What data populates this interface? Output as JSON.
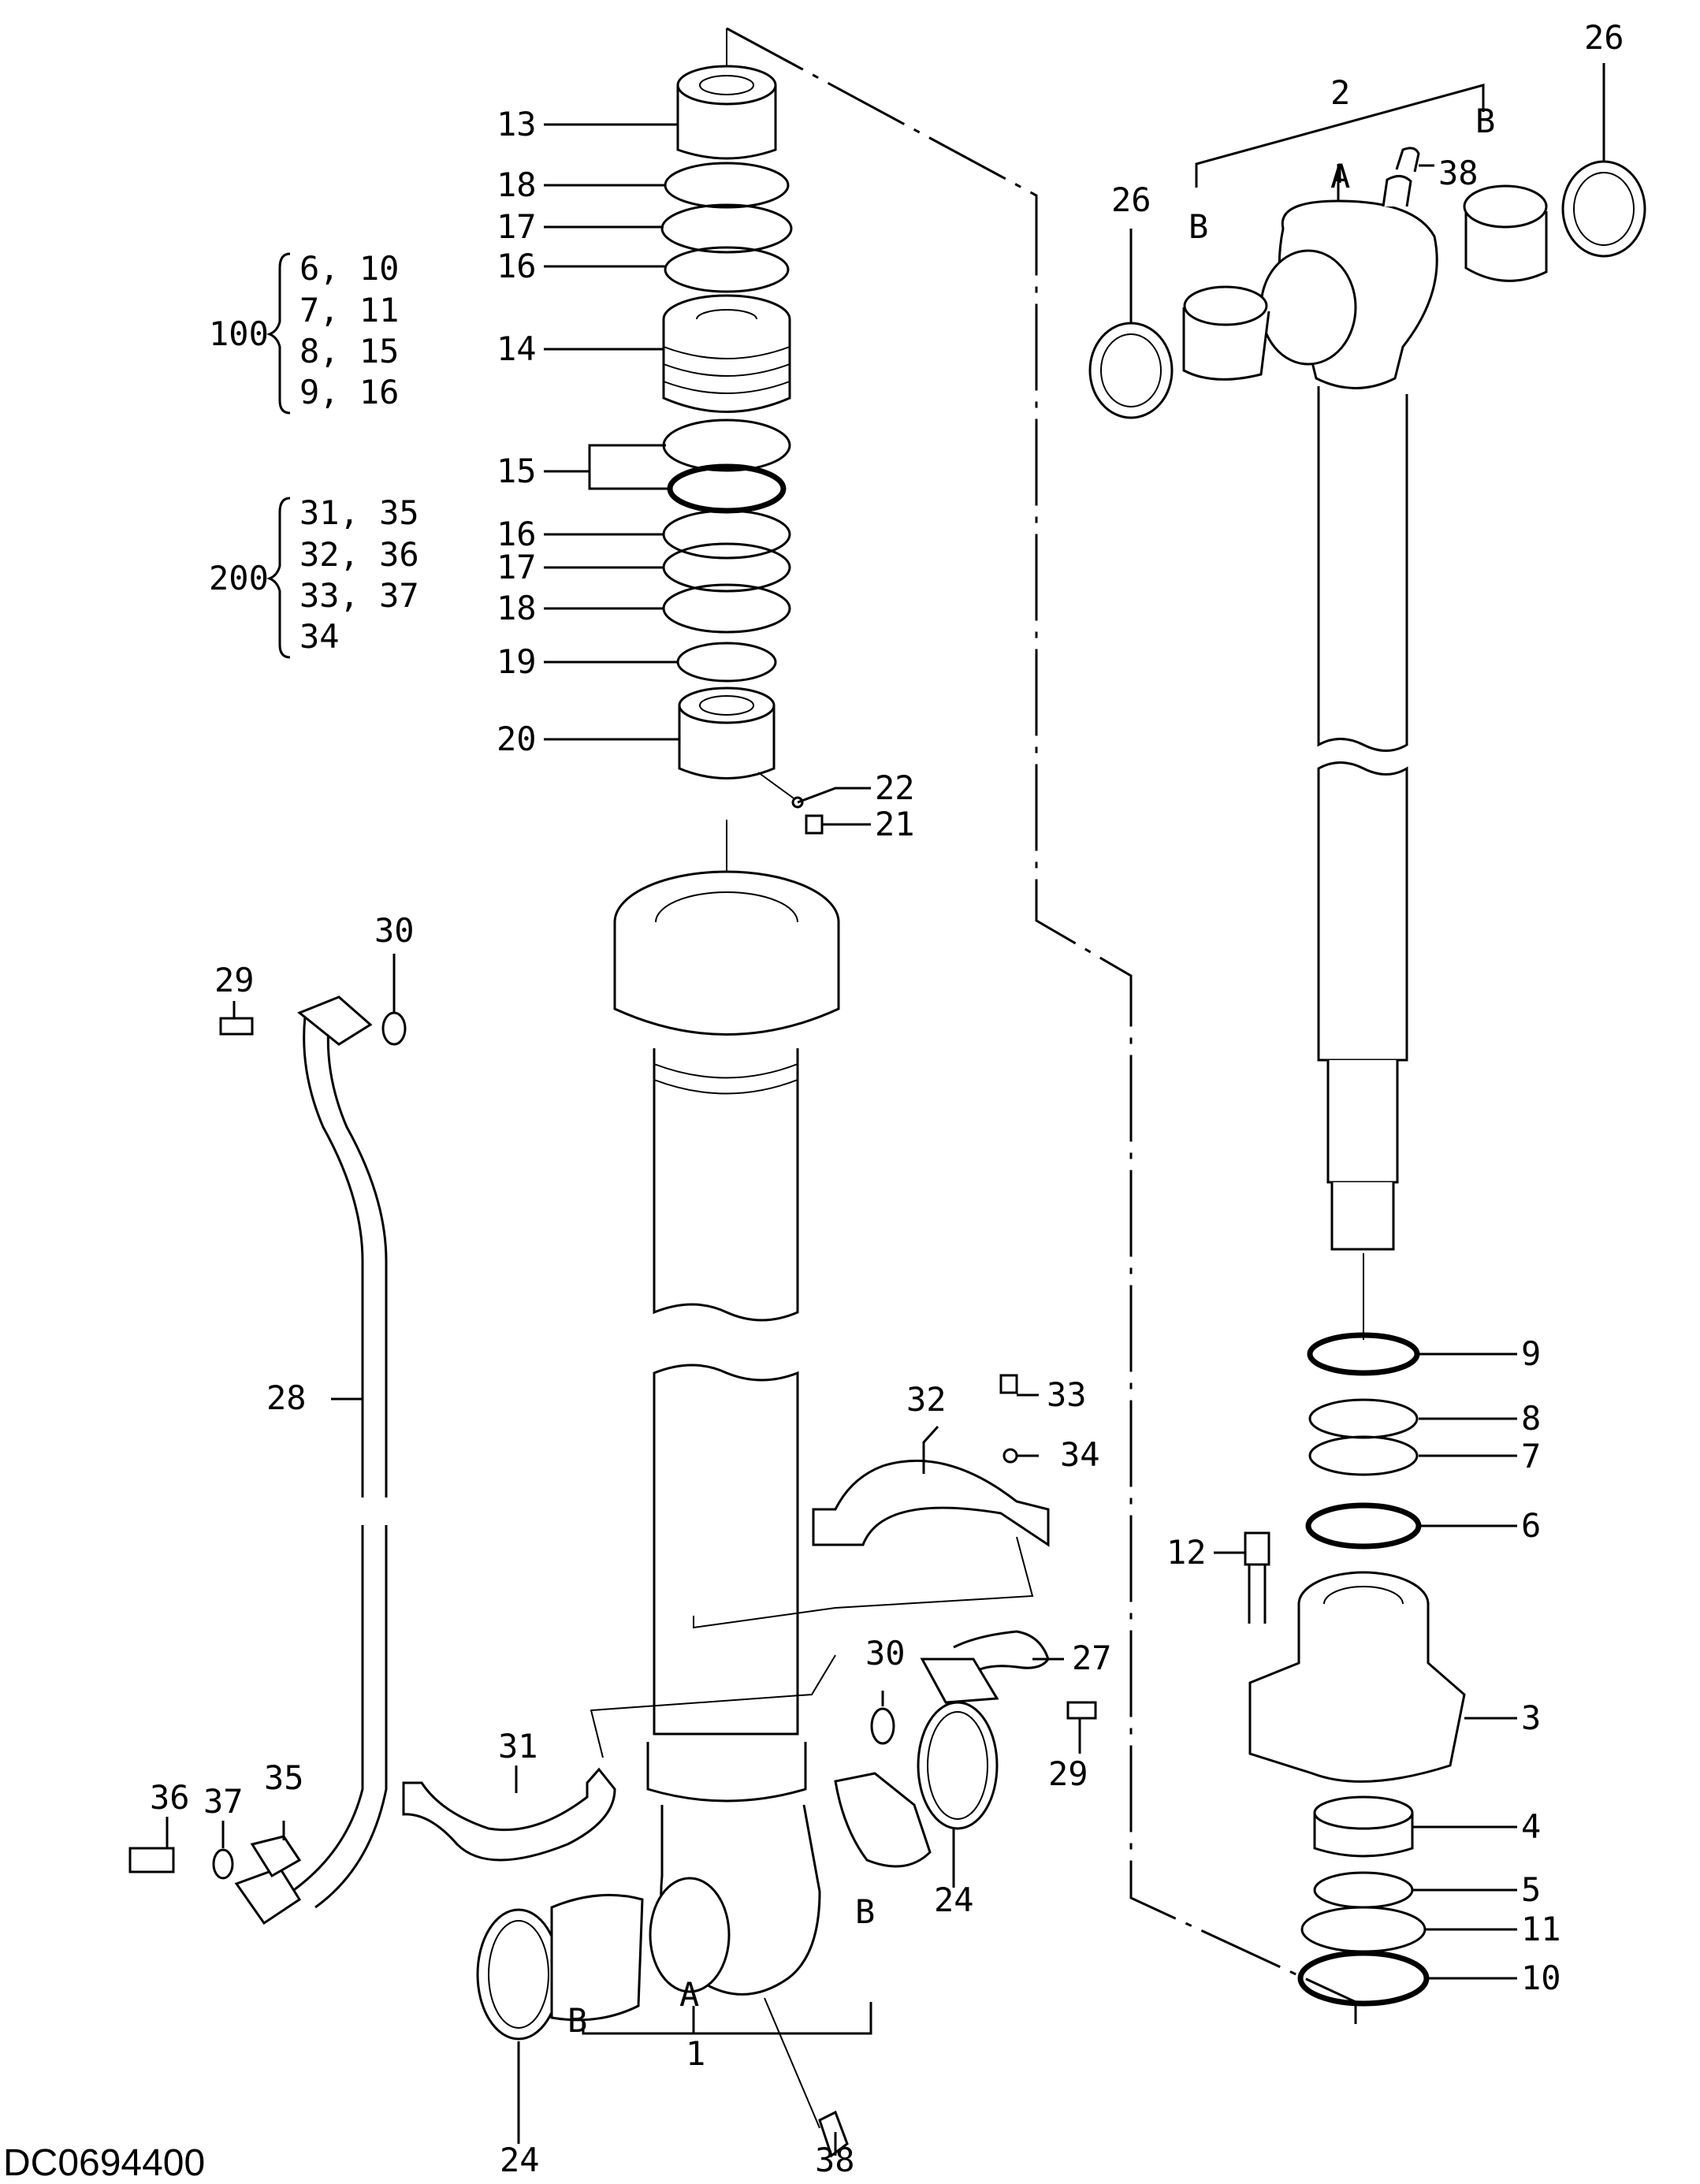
{
  "drawing_id": "DC0694400",
  "group_100": {
    "number": "100",
    "rows": [
      "6, 10",
      "7, 11",
      "8, 15",
      "9, 16"
    ]
  },
  "group_200": {
    "number": "200",
    "rows": [
      "31, 35",
      "32, 36",
      "33, 37",
      "34"
    ]
  },
  "callouts": [
    {
      "id": "c13",
      "text": "13"
    },
    {
      "id": "c18a",
      "text": "18"
    },
    {
      "id": "c17a",
      "text": "17"
    },
    {
      "id": "c16a",
      "text": "16"
    },
    {
      "id": "c14",
      "text": "14"
    },
    {
      "id": "c15",
      "text": "15"
    },
    {
      "id": "c16b",
      "text": "16"
    },
    {
      "id": "c17b",
      "text": "17"
    },
    {
      "id": "c18b",
      "text": "18"
    },
    {
      "id": "c19",
      "text": "19"
    },
    {
      "id": "c20",
      "text": "20"
    },
    {
      "id": "c22",
      "text": "22"
    },
    {
      "id": "c21",
      "text": "21"
    },
    {
      "id": "c2",
      "text": "2"
    },
    {
      "id": "cA2",
      "text": "A"
    },
    {
      "id": "cB2l",
      "text": "B"
    },
    {
      "id": "cB2r",
      "text": "B"
    },
    {
      "id": "c38t",
      "text": "38"
    },
    {
      "id": "c26l",
      "text": "26"
    },
    {
      "id": "c26r",
      "text": "26"
    },
    {
      "id": "c30t",
      "text": "30"
    },
    {
      "id": "c29t",
      "text": "29"
    },
    {
      "id": "c28",
      "text": "28"
    },
    {
      "id": "c32",
      "text": "32"
    },
    {
      "id": "c33",
      "text": "33"
    },
    {
      "id": "c34",
      "text": "34"
    },
    {
      "id": "c30b",
      "text": "30"
    },
    {
      "id": "c27",
      "text": "27"
    },
    {
      "id": "c29b",
      "text": "29"
    },
    {
      "id": "c31",
      "text": "31"
    },
    {
      "id": "c36",
      "text": "36"
    },
    {
      "id": "c37",
      "text": "37"
    },
    {
      "id": "c35",
      "text": "35"
    },
    {
      "id": "c24r",
      "text": "24"
    },
    {
      "id": "cAb",
      "text": "A"
    },
    {
      "id": "cBbl",
      "text": "B"
    },
    {
      "id": "cBbr",
      "text": "B"
    },
    {
      "id": "c1",
      "text": "1"
    },
    {
      "id": "c24b",
      "text": "24"
    },
    {
      "id": "c38b",
      "text": "38"
    },
    {
      "id": "c9",
      "text": "9"
    },
    {
      "id": "c8",
      "text": "8"
    },
    {
      "id": "c7",
      "text": "7"
    },
    {
      "id": "c6",
      "text": "6"
    },
    {
      "id": "c12",
      "text": "12"
    },
    {
      "id": "c3",
      "text": "3"
    },
    {
      "id": "c4",
      "text": "4"
    },
    {
      "id": "c5",
      "text": "5"
    },
    {
      "id": "c11",
      "text": "11"
    },
    {
      "id": "c10",
      "text": "10"
    }
  ]
}
